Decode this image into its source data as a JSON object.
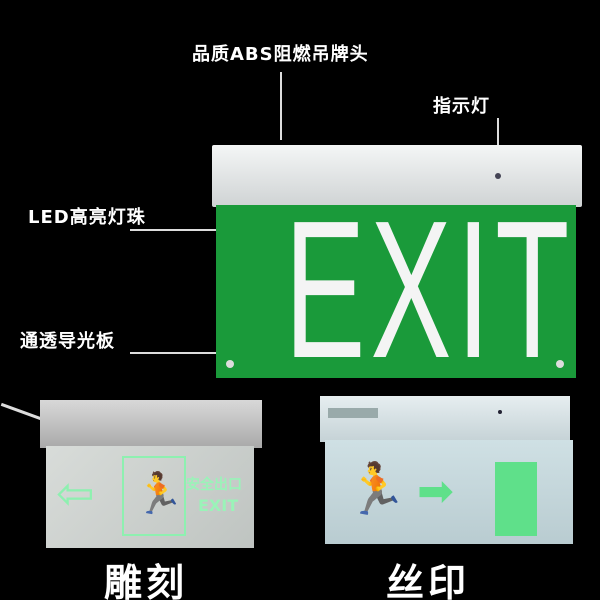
{
  "callouts": {
    "housing": "品质ABS阻燃吊牌头",
    "indicator": "指示灯",
    "led": "LED高亮灯珠",
    "panel": "通透导光板"
  },
  "main_sign": {
    "text": "EXIT",
    "panel_color": "#1a9a3a",
    "housing_color": "#e6e8e8"
  },
  "engraved_sign": {
    "cn_text": "安全出口",
    "en_text": "EXIT",
    "caption": "雕刻",
    "glow_color": "#8ef0b0"
  },
  "printed_sign": {
    "caption": "丝印",
    "symbol_color": "#5fe08a"
  }
}
